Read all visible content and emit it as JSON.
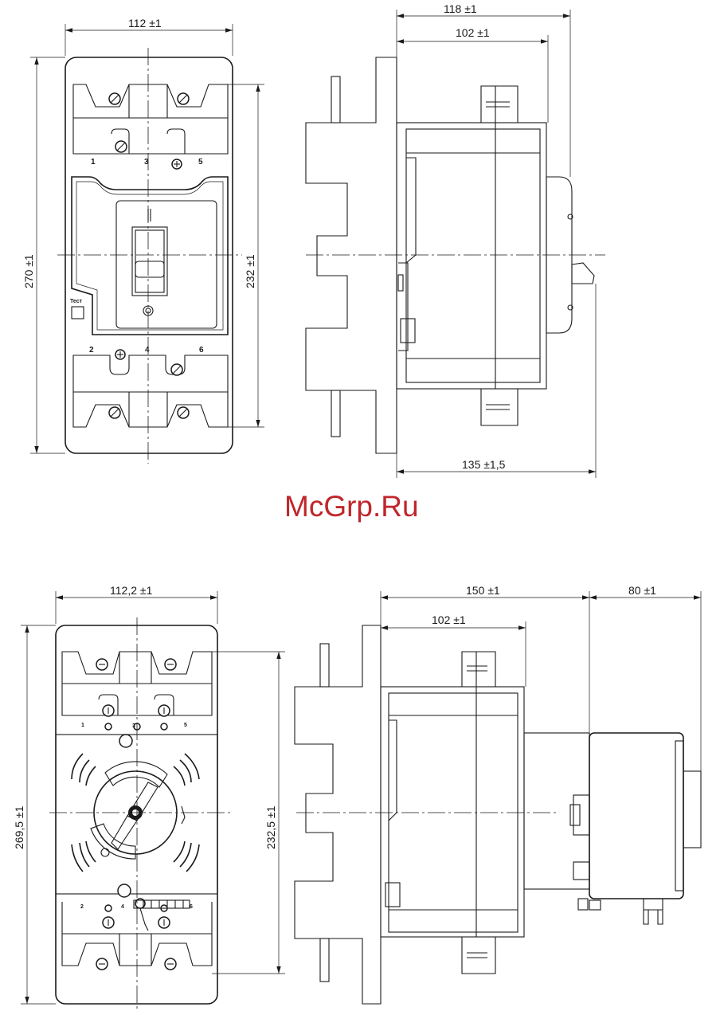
{
  "watermark": "McGrp.Ru",
  "drawing_top": {
    "front_view": {
      "dim_width": "112 ±1",
      "dim_height_total": "270 ±1",
      "dim_height_body": "232 ±1",
      "terminals_top": [
        "1",
        "3",
        "5"
      ],
      "terminals_bottom": [
        "2",
        "4",
        "6"
      ],
      "test_label": "Тест"
    },
    "side_view": {
      "dim_total": "118 ±1",
      "dim_body": "102 ±1",
      "dim_bottom": "135 ±1,5"
    }
  },
  "drawing_bottom": {
    "front_view": {
      "dim_width": "112,2 ±1",
      "dim_height_total": "269,5 ±1",
      "dim_height_body": "232,5 ±1",
      "terminals_top": [
        "1",
        "3",
        "5"
      ],
      "terminals_bottom": [
        "2",
        "4",
        "6"
      ]
    },
    "side_view": {
      "dim_total": "150 ±1",
      "dim_body": "102 ±1",
      "dim_drive": "80 ±1"
    }
  }
}
